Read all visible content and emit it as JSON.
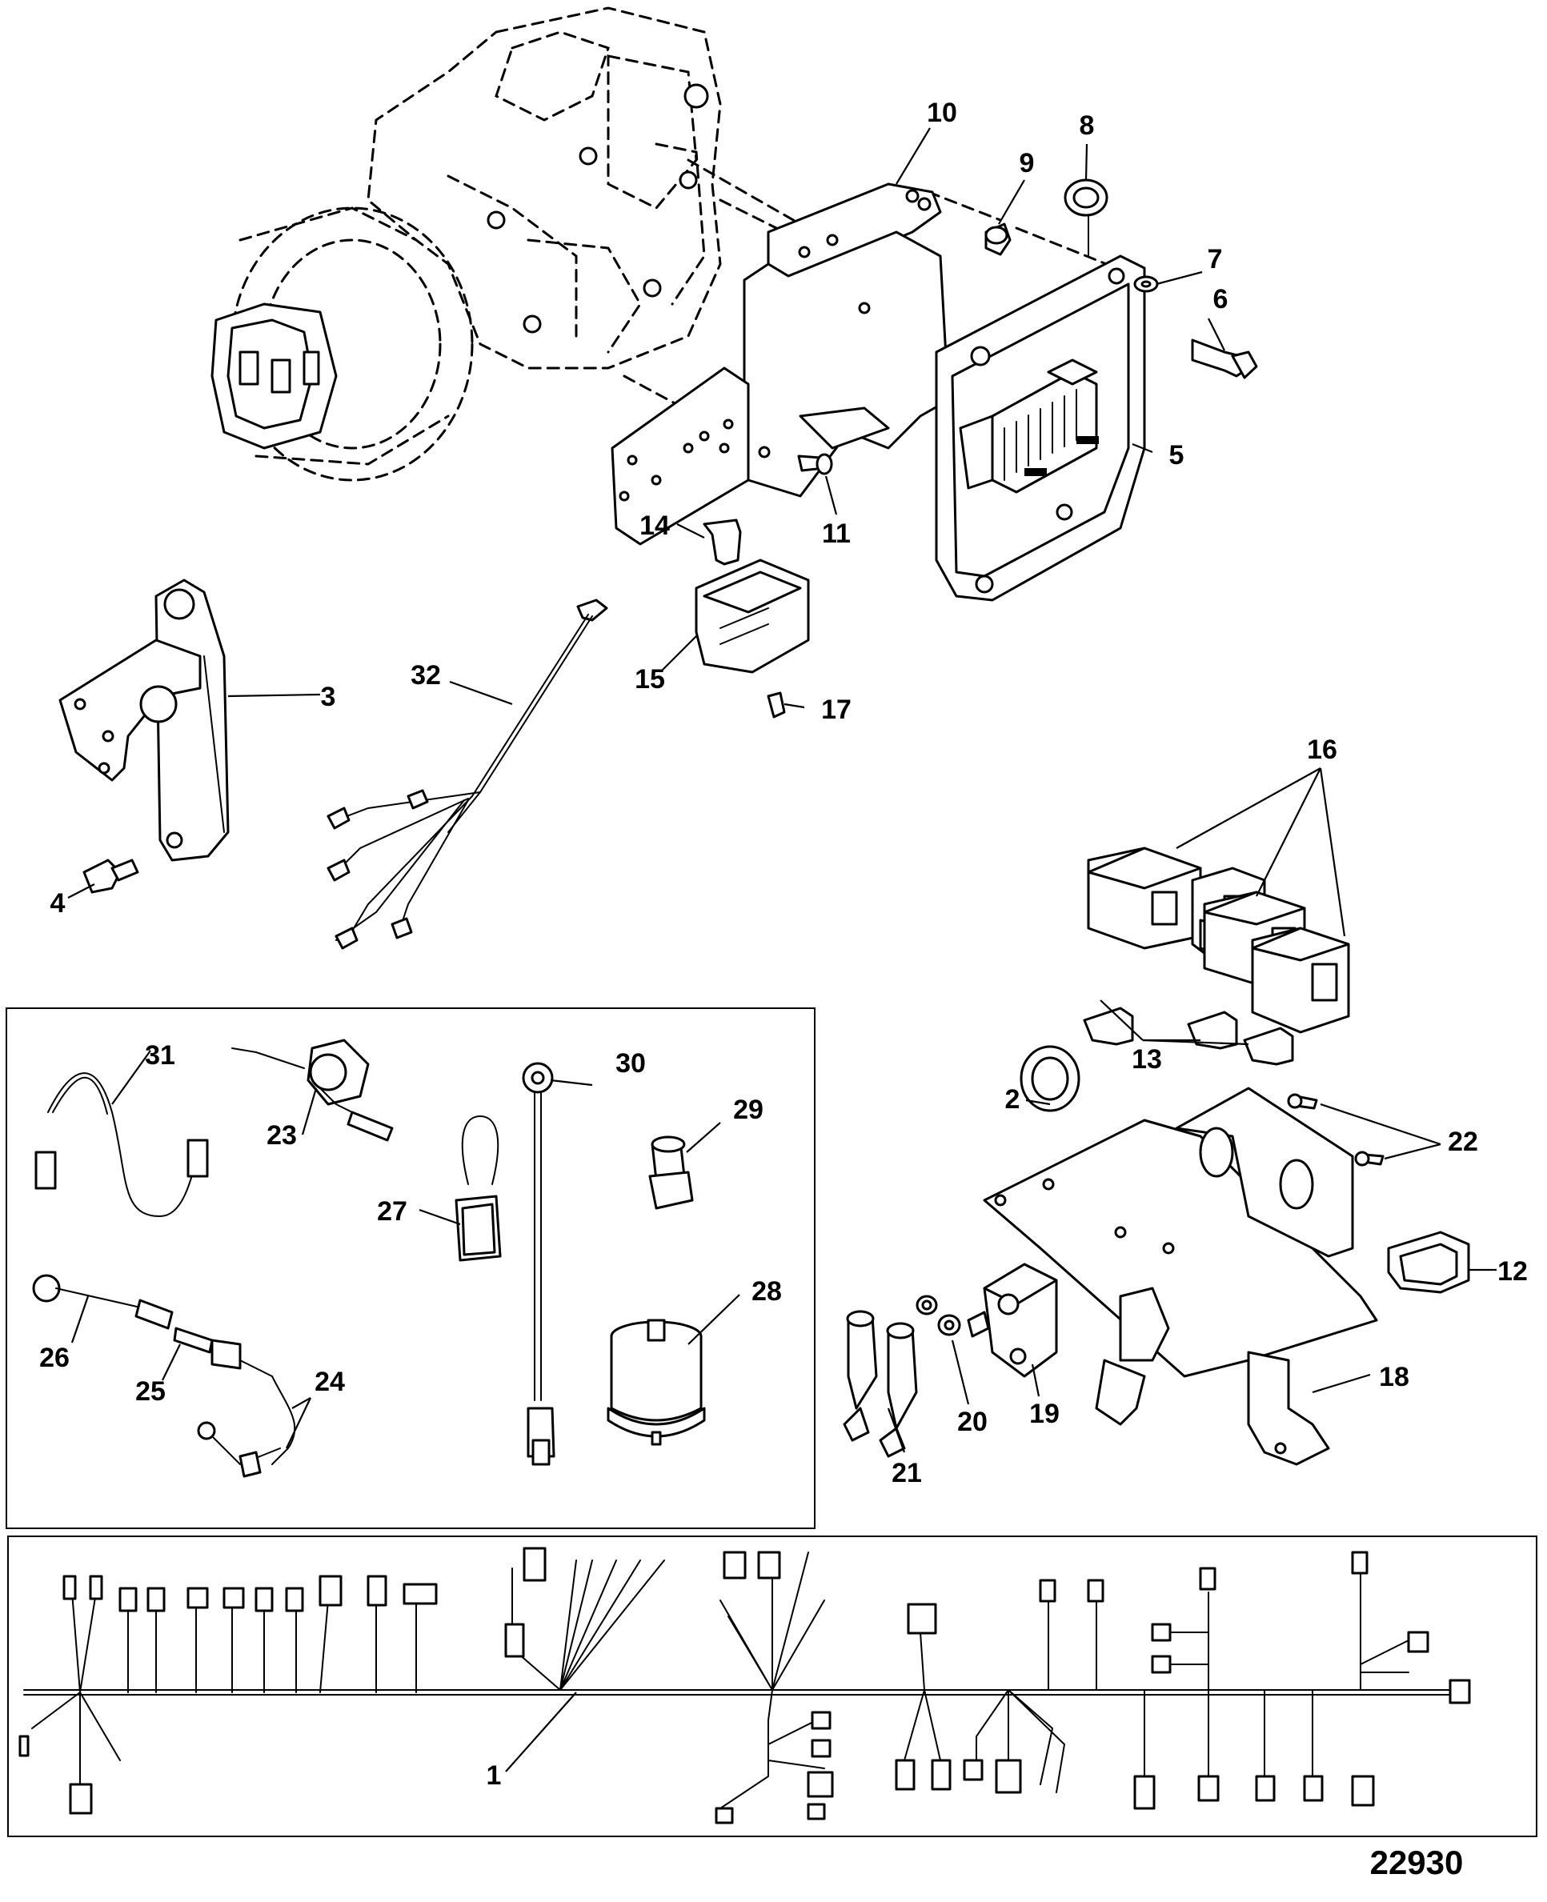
{
  "illustration_number": "22930",
  "callouts": [
    {
      "id": "1",
      "label": "1"
    },
    {
      "id": "2",
      "label": "2"
    },
    {
      "id": "3",
      "label": "3"
    },
    {
      "id": "4",
      "label": "4"
    },
    {
      "id": "5",
      "label": "5"
    },
    {
      "id": "6",
      "label": "6"
    },
    {
      "id": "7",
      "label": "7"
    },
    {
      "id": "8",
      "label": "8"
    },
    {
      "id": "9",
      "label": "9"
    },
    {
      "id": "10",
      "label": "10"
    },
    {
      "id": "11",
      "label": "11"
    },
    {
      "id": "12",
      "label": "12"
    },
    {
      "id": "13",
      "label": "13"
    },
    {
      "id": "14",
      "label": "14"
    },
    {
      "id": "15",
      "label": "15"
    },
    {
      "id": "16",
      "label": "16"
    },
    {
      "id": "17",
      "label": "17"
    },
    {
      "id": "18",
      "label": "18"
    },
    {
      "id": "19",
      "label": "19"
    },
    {
      "id": "20",
      "label": "20"
    },
    {
      "id": "21",
      "label": "21"
    },
    {
      "id": "22",
      "label": "22"
    },
    {
      "id": "23",
      "label": "23"
    },
    {
      "id": "24",
      "label": "24"
    },
    {
      "id": "25",
      "label": "25"
    },
    {
      "id": "26",
      "label": "26"
    },
    {
      "id": "27",
      "label": "27"
    },
    {
      "id": "28",
      "label": "28"
    },
    {
      "id": "29",
      "label": "29"
    },
    {
      "id": "30",
      "label": "30"
    },
    {
      "id": "31",
      "label": "31"
    },
    {
      "id": "32",
      "label": "32"
    }
  ]
}
